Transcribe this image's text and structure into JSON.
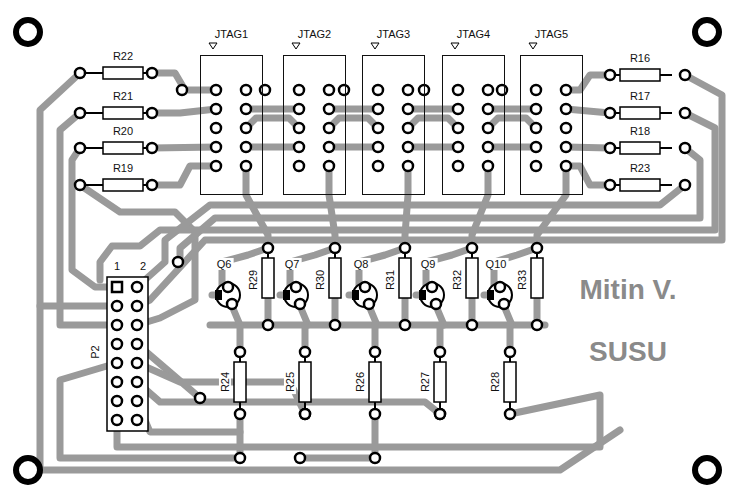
{
  "diagram": {
    "nodes": [
      {
        "text": [
          "JTAG1"
        ]
      },
      {
        "text": [
          "JTAG2"
        ]
      },
      {
        "text": [
          "JTAG3"
        ]
      },
      {
        "text": [
          "JTAG4"
        ]
      },
      {
        "text": [
          "JTAG5"
        ]
      }
    ],
    "labels": [
      "R22",
      "R21",
      "R20",
      "R19",
      "R16",
      "R17",
      "R18",
      "R23",
      "Q6",
      "R29",
      "Q7",
      "R30",
      "Q8",
      "R31",
      "Q9",
      "R32",
      "Q10",
      "R33",
      "1",
      "2",
      "P2",
      "R24",
      "R25",
      "R26",
      "R27",
      "R28",
      "Mitin V.",
      "SUSU"
    ]
  }
}
